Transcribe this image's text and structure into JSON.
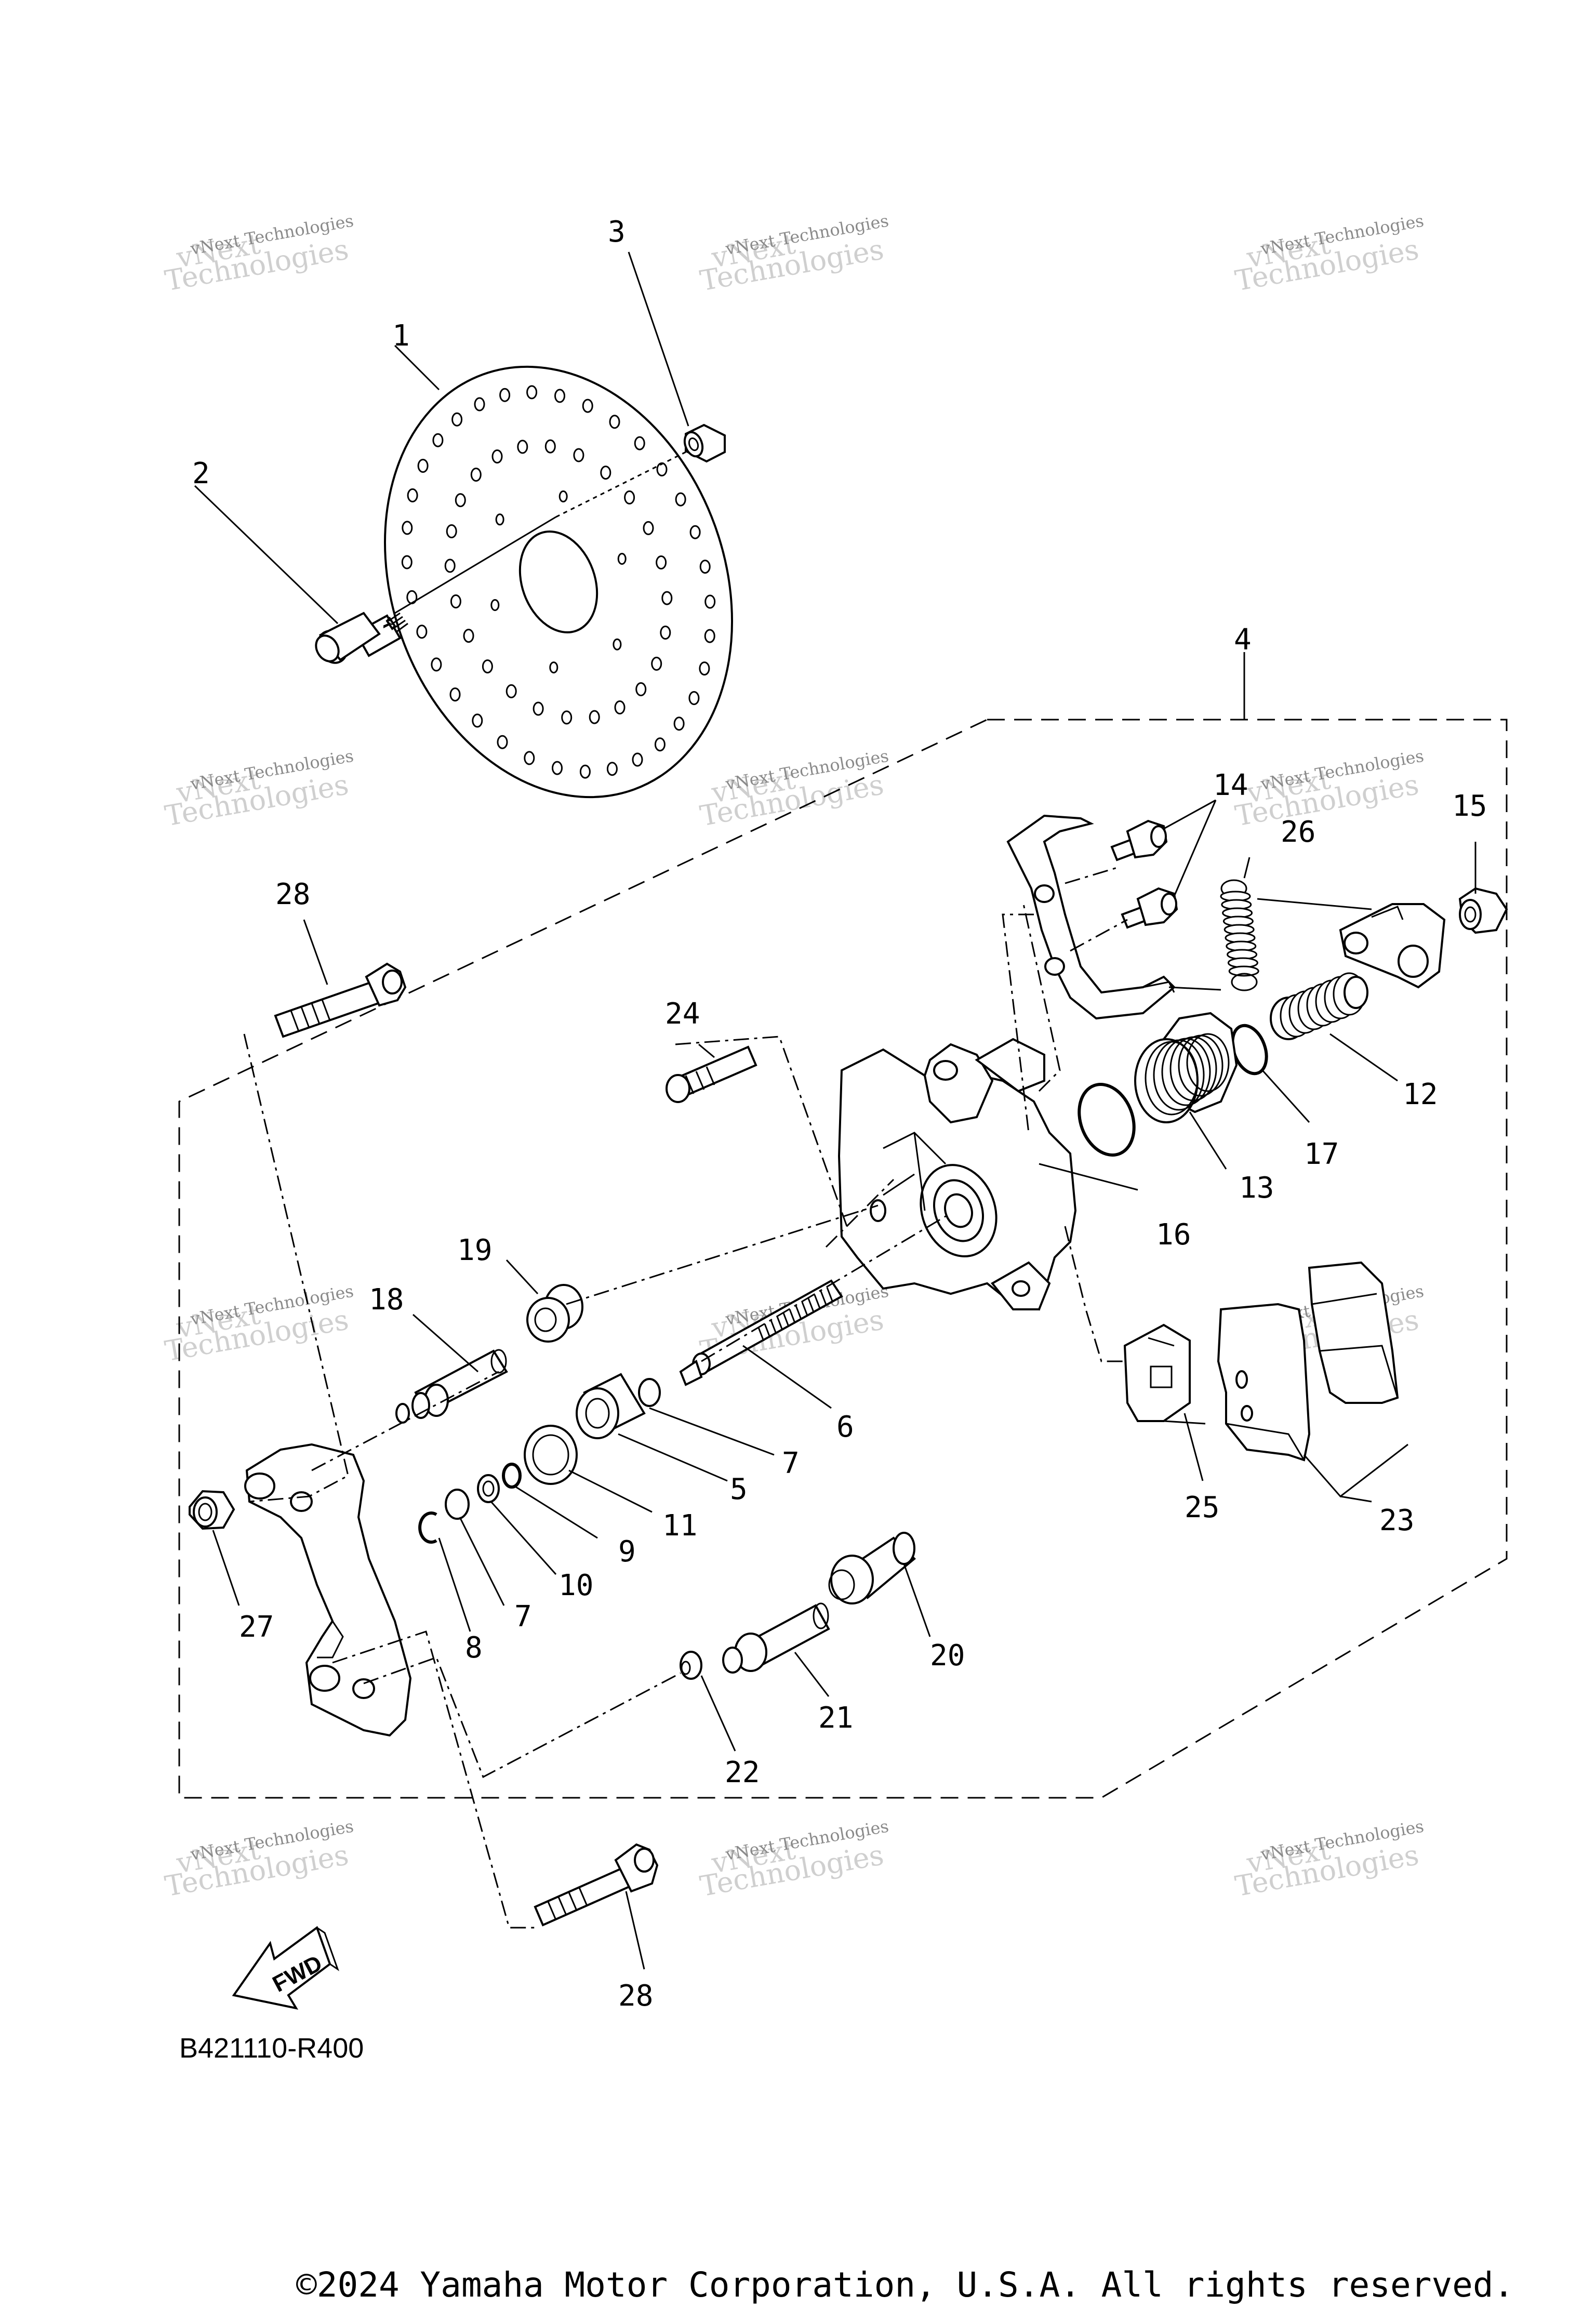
{
  "diagram": {
    "code": "B421110-R400",
    "fwd_label": "FWD",
    "copyright": "©2024 Yamaha Motor Corporation, U.S.A. All rights reserved.",
    "watermark": {
      "line1": "vNext",
      "line2": "Technologies",
      "line0": "vNext Technologies"
    },
    "callouts": {
      "n1": "1",
      "n2": "2",
      "n3": "3",
      "n4": "4",
      "n5": "5",
      "n6": "6",
      "n7a": "7",
      "n7b": "7",
      "n8": "8",
      "n9": "9",
      "n10": "10",
      "n11": "11",
      "n12": "12",
      "n13": "13",
      "n14": "14",
      "n15": "15",
      "n16": "16",
      "n17": "17",
      "n18": "18",
      "n19": "19",
      "n20": "20",
      "n21": "21",
      "n22": "22",
      "n23": "23",
      "n24": "24",
      "n25": "25",
      "n26": "26",
      "n27": "27",
      "n28a": "28",
      "n28b": "28"
    }
  }
}
